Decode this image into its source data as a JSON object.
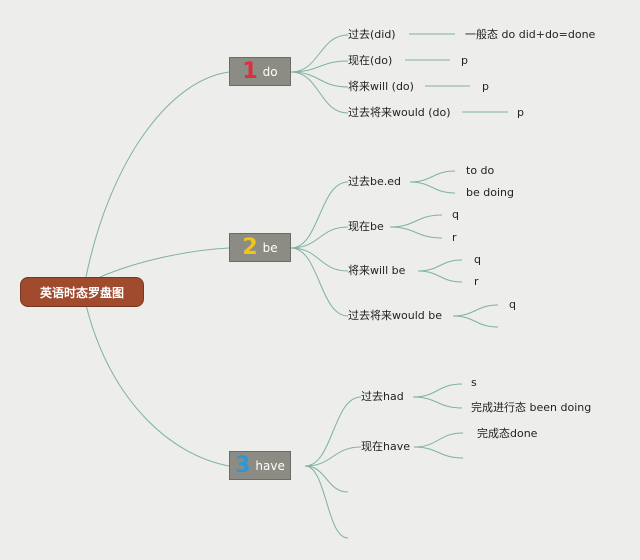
{
  "root": {
    "title": "英语时态罗盘图",
    "color": "#a04a2e"
  },
  "line_color": "#7fb2a0",
  "nodes": [
    {
      "number": "1",
      "number_color": "#d9303c",
      "label": "do",
      "branches": [
        {
          "label": "过去(did)",
          "leaves": [
            "一般态 do did+do=done"
          ]
        },
        {
          "label": "现在(do)",
          "leaves": [
            "p"
          ]
        },
        {
          "label": "将来will (do)",
          "leaves": [
            "p"
          ]
        },
        {
          "label": "过去将来would (do)",
          "leaves": [
            "p"
          ]
        }
      ]
    },
    {
      "number": "2",
      "number_color": "#f0c419",
      "label": "be",
      "branches": [
        {
          "label": "过去be.ed",
          "leaves": [
            "to do",
            "be doing"
          ]
        },
        {
          "label": "现在be",
          "leaves": [
            "q",
            "r"
          ]
        },
        {
          "label": "将来will be",
          "leaves": [
            "q",
            "r"
          ]
        },
        {
          "label": "过去将来would be",
          "leaves": [
            "q",
            ""
          ]
        }
      ]
    },
    {
      "number": "3",
      "number_color": "#2f97d6",
      "label": "have",
      "branches": [
        {
          "label": "过去had",
          "leaves": [
            "s",
            "完成进行态 been doing"
          ]
        },
        {
          "label": "现在have",
          "leaves": [
            "完成态done",
            ""
          ]
        },
        {
          "label": "",
          "leaves": []
        },
        {
          "label": "",
          "leaves": []
        }
      ]
    }
  ]
}
